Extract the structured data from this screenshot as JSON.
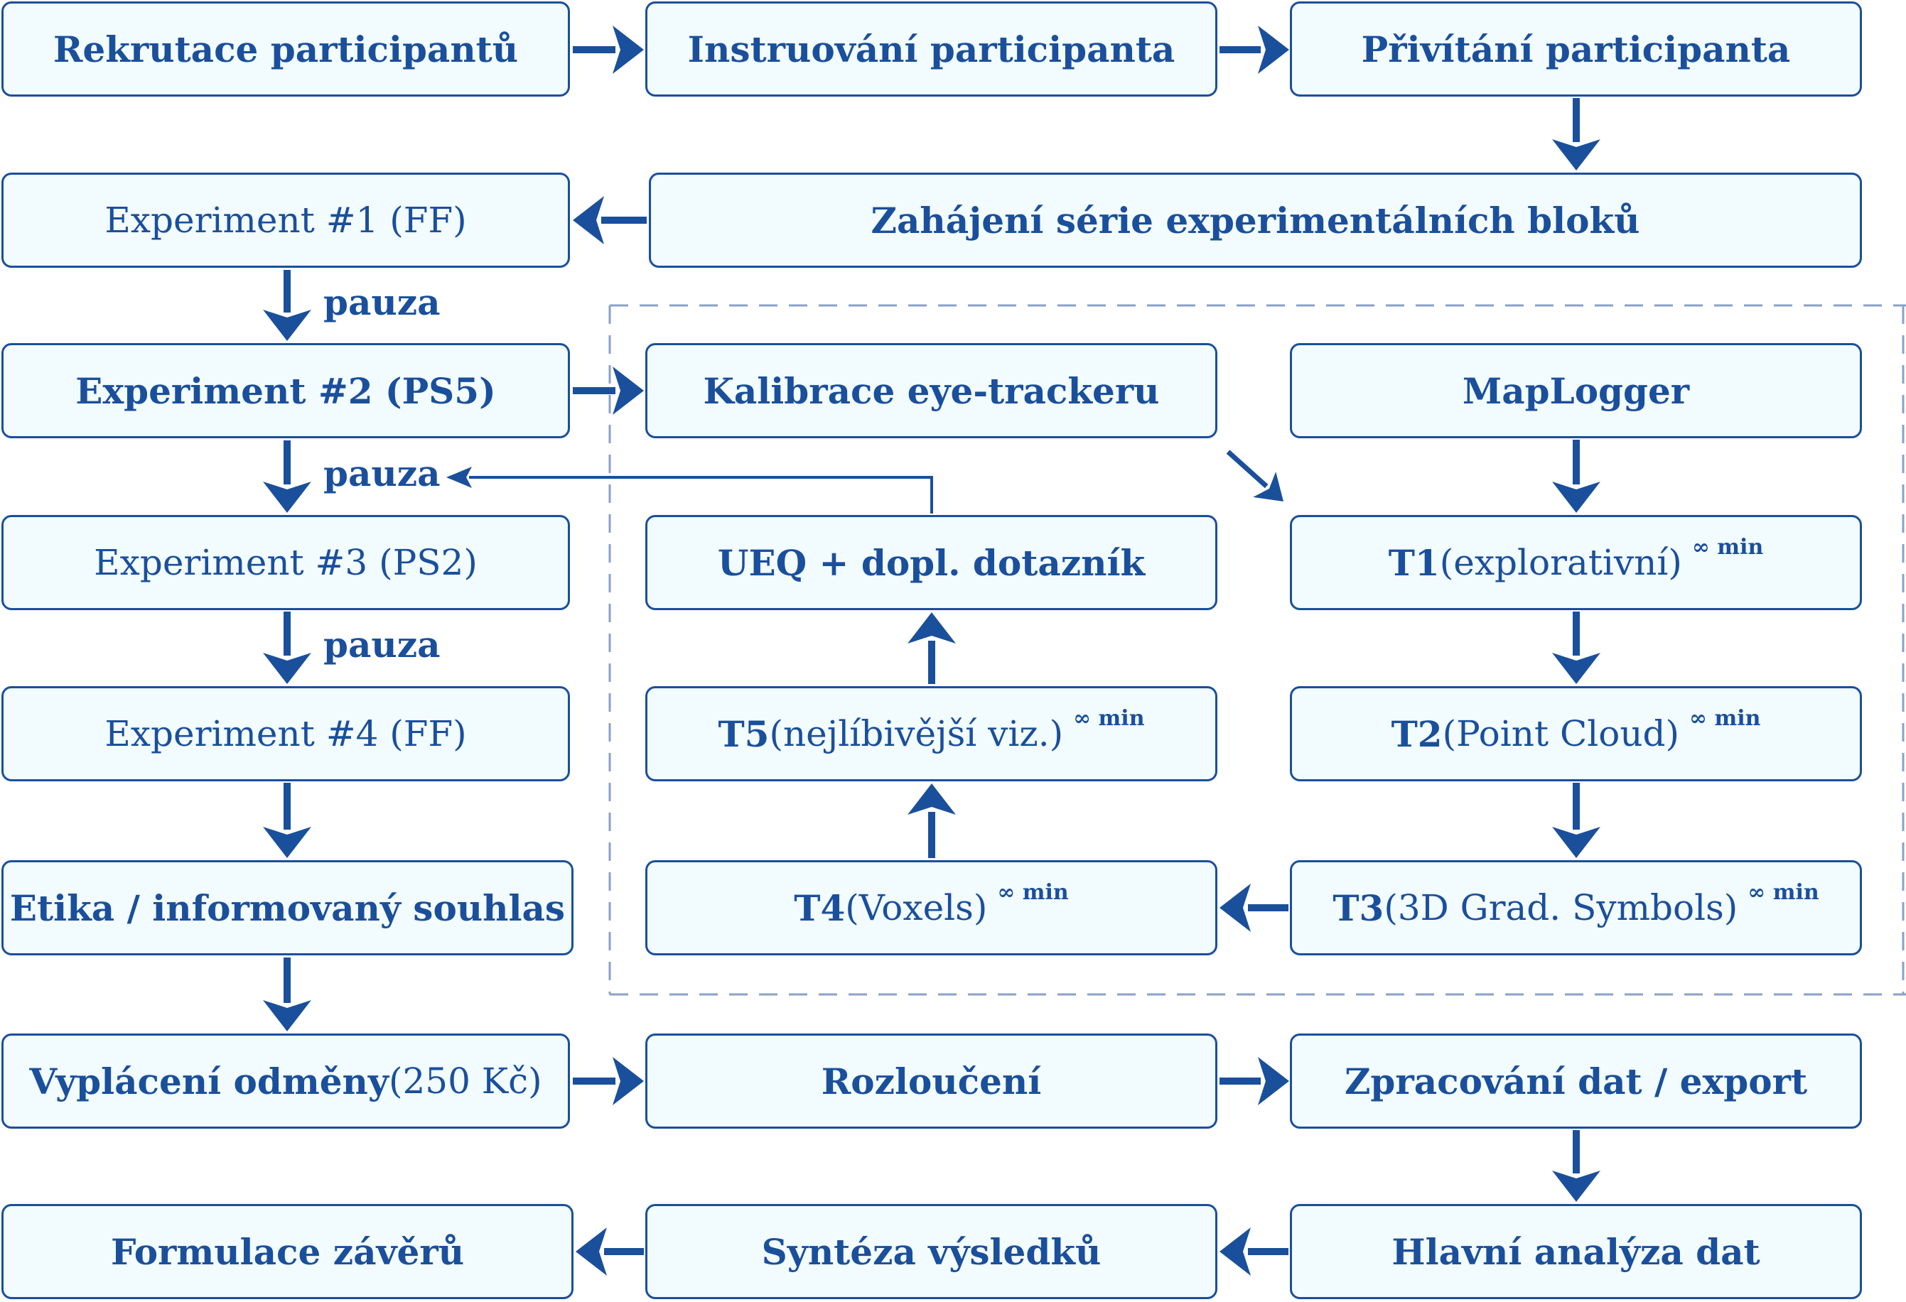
{
  "colors": {
    "primary": "#1a4f9c",
    "box_fill": "#f2fbfd",
    "dashed": "#8aa0c8"
  },
  "nodes": {
    "recruit": {
      "bold": "Rekrutace participantů"
    },
    "instruct": {
      "bold": "Instruování participanta"
    },
    "welcome": {
      "bold": "Přivítání participanta"
    },
    "start": {
      "bold": "Zahájení série experimentálních bloků"
    },
    "exp1": {
      "normal": "Experiment #1 (FF)"
    },
    "exp2": {
      "bold": "Experiment #2 (PS5)"
    },
    "calib": {
      "bold": "Kalibrace eye-trackeru"
    },
    "maplogger": {
      "bold": "MapLogger"
    },
    "exp3": {
      "normal": "Experiment #3 (PS2)"
    },
    "ueq": {
      "bold": "UEQ + dopl. dotazník"
    },
    "t1": {
      "bold": "T1",
      "normal": " (explorativní)",
      "sup": "∞ min"
    },
    "t5": {
      "bold": "T5",
      "normal": " (nejlíbivější viz.)",
      "sup": "∞ min"
    },
    "exp4": {
      "normal": "Experiment #4 (FF)"
    },
    "t2": {
      "bold": "T2",
      "normal": " (Point Cloud)",
      "sup": "∞ min"
    },
    "ethics": {
      "bold": "Etika / informovaný souhlas"
    },
    "t4": {
      "bold": "T4",
      "normal": " (Voxels)",
      "sup": "∞ min"
    },
    "t3": {
      "bold": "T3",
      "normal": " (3D Grad. Symbols)",
      "sup": "∞ min"
    },
    "reward": {
      "bold": "Vyplácení odměny",
      "normal": " (250 Kč)"
    },
    "farewell": {
      "bold": "Rozloučení"
    },
    "processing": {
      "bold": "Zpracování dat / export"
    },
    "conclusions": {
      "bold": "Formulace závěrů"
    },
    "synthesis": {
      "bold": "Syntéza výsledků"
    },
    "analysis": {
      "bold": "Hlavní analýza dat"
    }
  },
  "pause_labels": [
    "pauza",
    "pauza",
    "pauza"
  ]
}
